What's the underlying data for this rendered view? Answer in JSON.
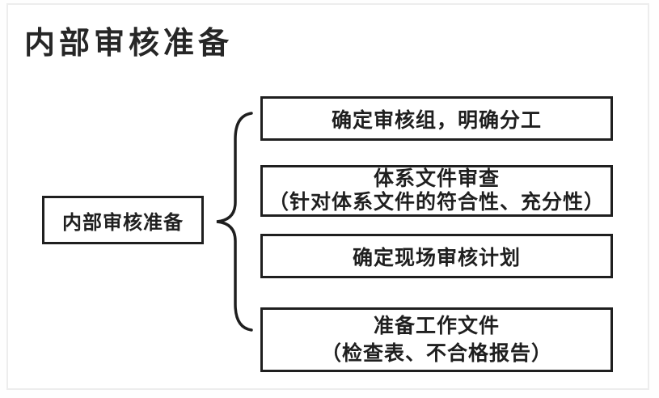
{
  "header": {
    "title": "内部审核准备"
  },
  "diagram": {
    "root": {
      "label": "内部审核准备"
    },
    "connector": {
      "icon": "left-curly-brace",
      "color": "#1f1f1f"
    },
    "branches": [
      {
        "line1": "确定审核组，明确分工",
        "line2": ""
      },
      {
        "line1": "体系文件审查",
        "line2": "（针对体系文件的符合性、充分性）"
      },
      {
        "line1": "确定现场审核计划",
        "line2": ""
      },
      {
        "line1": "准备工作文件",
        "line2": "（检查表、不合格报告）"
      }
    ]
  },
  "colors": {
    "ink": "#1f1f1f",
    "box_border": "#1f1f1f",
    "frame_border": "#ededed",
    "background": "#ffffff"
  }
}
